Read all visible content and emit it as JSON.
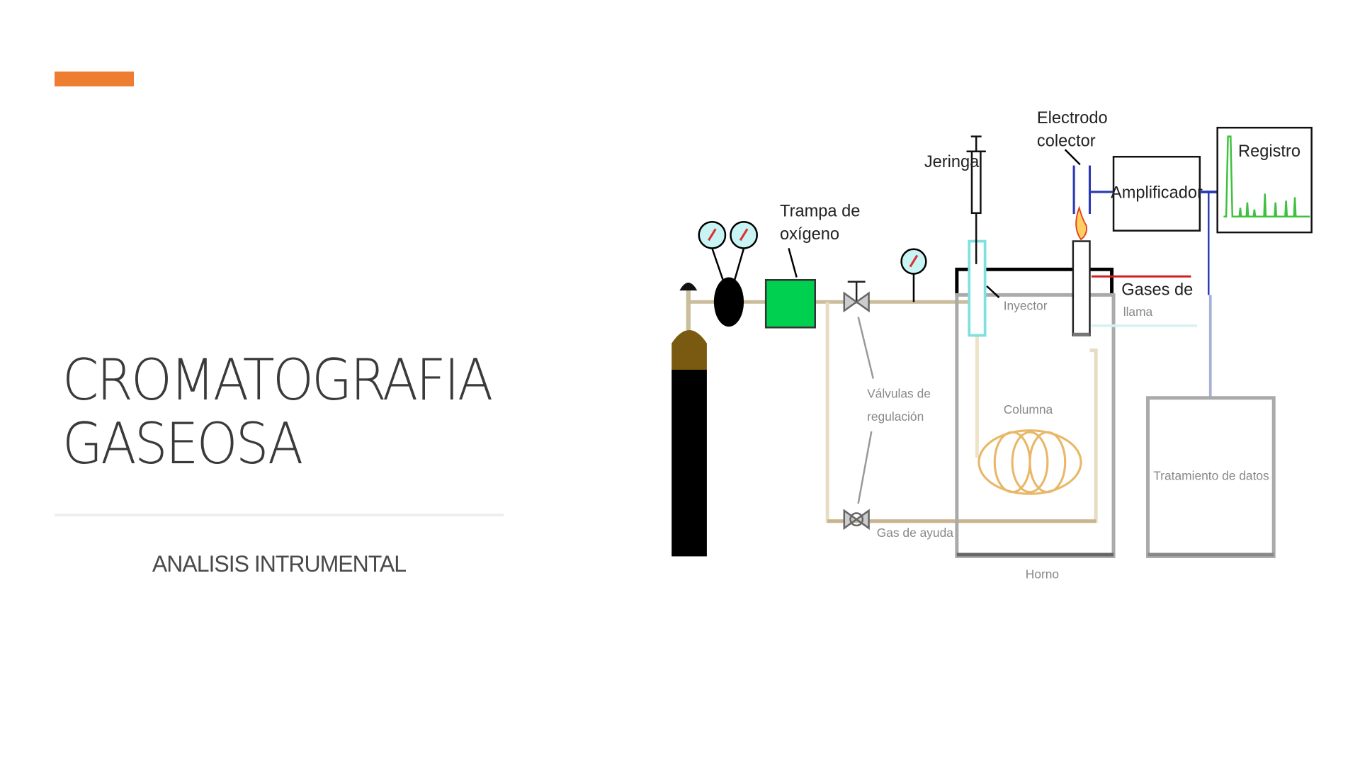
{
  "slide": {
    "title_line1": "CROMATOGRAFIA",
    "title_line2": "GASEOSA",
    "subtitle": "ANALISIS INTRUMENTAL",
    "accent_color": "#ed7d31"
  },
  "diagram": {
    "labels": {
      "trap": [
        "Trampa de",
        "oxígeno"
      ],
      "syringe": "Jeringa",
      "electrode": [
        "Electrodo",
        "colector"
      ],
      "amplifier": "Amplificador",
      "recorder": "Registro",
      "flame_gases": [
        "Gases de",
        "llama"
      ],
      "injector": "Inyector",
      "valves": [
        "Válvulas de",
        "regulación"
      ],
      "column": "Columna",
      "aux_gas": "Gas de ayuda",
      "oven": "Horno",
      "data_processing": "Tratamiento de datos"
    }
  }
}
